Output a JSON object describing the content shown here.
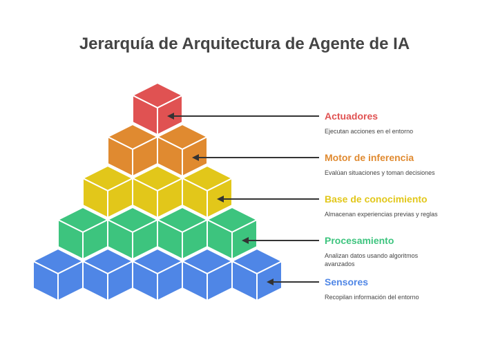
{
  "title": "Jerarquía de Arquitectura de Agente de IA",
  "layers": [
    {
      "name": "Actuadores",
      "description": "Ejecutan acciones en el entorno",
      "color": "#e05252",
      "dark": "#b93c3c",
      "cubes": 1,
      "icon": "cube"
    },
    {
      "name": "Motor de inferencia",
      "description": "Evalúan situaciones y toman decisiones",
      "color": "#e08a30",
      "dark": "#b86c1f",
      "cubes": 2,
      "icon": "cube"
    },
    {
      "name": "Base de conocimiento",
      "description": "Almacenan experiencias previas y reglas",
      "color": "#e2c71a",
      "dark": "#b89f0e",
      "cubes": 3,
      "icon": "cube"
    },
    {
      "name": "Procesamiento",
      "description": "Analizan datos usando algoritmos avanzados",
      "color": "#3dc47e",
      "dark": "#2a9a60",
      "cubes": 4,
      "icon": "cube"
    },
    {
      "name": "Sensores",
      "description": "Recopilan información del entorno",
      "color": "#4f86e6",
      "dark": "#3464bf",
      "cubes": 5,
      "icon": "cube"
    }
  ],
  "text_color": "#444444",
  "arrow_color": "#333333"
}
